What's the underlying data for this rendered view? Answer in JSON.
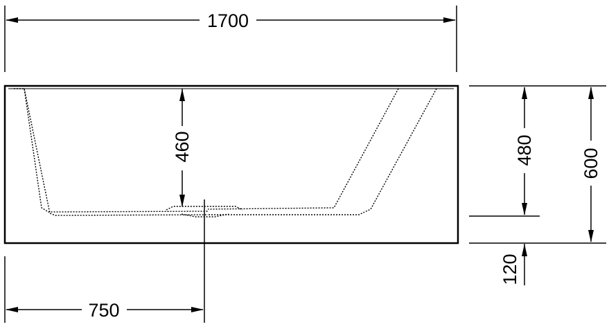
{
  "dimensions": {
    "total_length": "1700",
    "drain_offset": "750",
    "inner_depth": "460",
    "height_above_step": "480",
    "total_height": "600",
    "step_height": "120"
  }
}
